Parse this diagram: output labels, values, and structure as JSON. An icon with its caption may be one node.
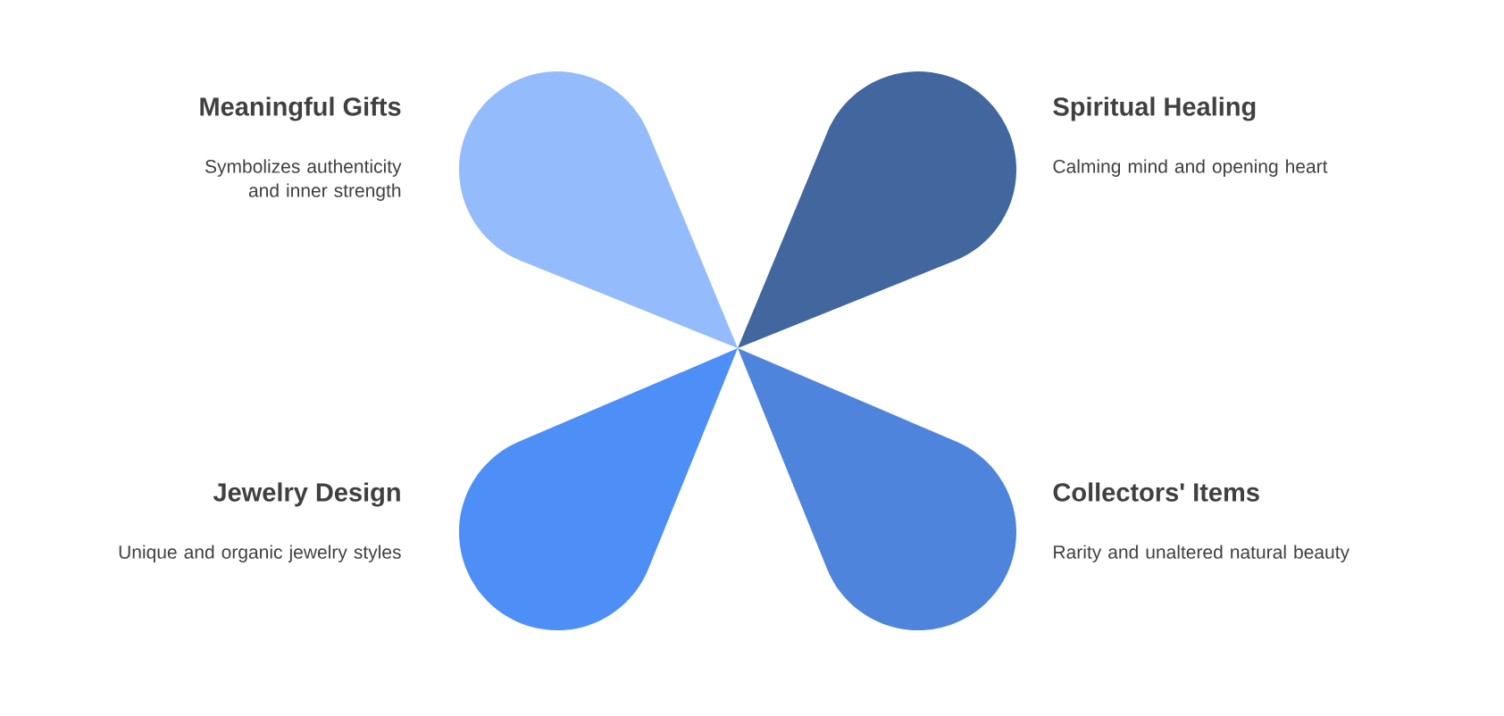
{
  "diagram": {
    "nodes": [
      {
        "text": [
          "Meaningful Gifts",
          "Symbolizes authenticity and inner strength"
        ]
      },
      {
        "text": [
          "Spiritual Healing",
          "Calming mind and opening heart"
        ]
      },
      {
        "text": [
          "Jewelry Design",
          "Unique and organic jewelry styles"
        ]
      },
      {
        "text": [
          "Collectors' Items",
          "Rarity and unaltered natural beauty"
        ]
      }
    ]
  }
}
